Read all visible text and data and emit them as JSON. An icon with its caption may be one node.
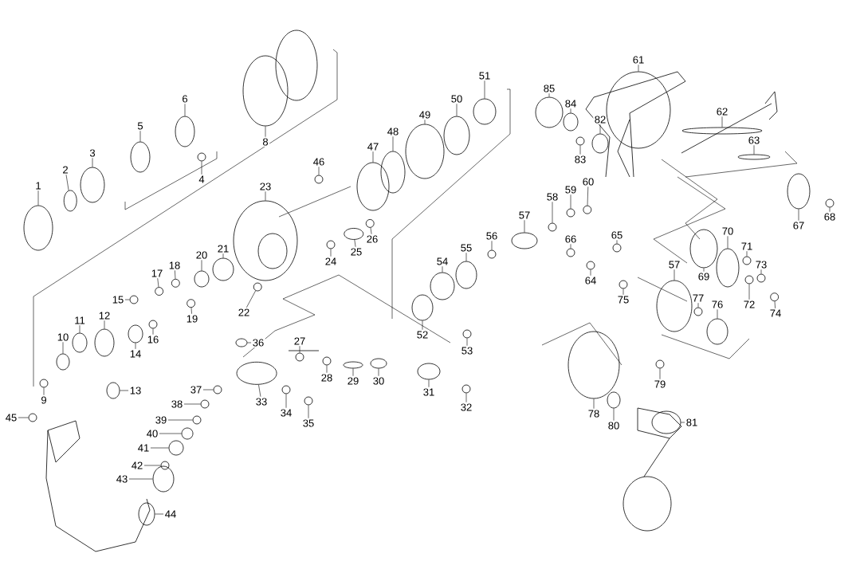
{
  "diagram": {
    "nodes": [
      {
        "text": [
          "1"
        ]
      },
      {
        "text": [
          "2"
        ]
      },
      {
        "text": [
          "3"
        ]
      },
      {
        "text": [
          "4"
        ]
      },
      {
        "text": [
          "5"
        ]
      },
      {
        "text": [
          "6"
        ]
      },
      {
        "text": [
          "8"
        ]
      },
      {
        "text": [
          "9"
        ]
      },
      {
        "text": [
          "10"
        ]
      },
      {
        "text": [
          "11"
        ]
      },
      {
        "text": [
          "12"
        ]
      },
      {
        "text": [
          "13"
        ]
      },
      {
        "text": [
          "14"
        ]
      },
      {
        "text": [
          "15"
        ]
      },
      {
        "text": [
          "16"
        ]
      },
      {
        "text": [
          "17"
        ]
      },
      {
        "text": [
          "18"
        ]
      },
      {
        "text": [
          "19"
        ]
      },
      {
        "text": [
          "20"
        ]
      },
      {
        "text": [
          "21"
        ]
      },
      {
        "text": [
          "22"
        ]
      },
      {
        "text": [
          "23"
        ]
      },
      {
        "text": [
          "24"
        ]
      },
      {
        "text": [
          "25"
        ]
      },
      {
        "text": [
          "26"
        ]
      },
      {
        "text": [
          "27"
        ]
      },
      {
        "text": [
          "28"
        ]
      },
      {
        "text": [
          "29"
        ]
      },
      {
        "text": [
          "30"
        ]
      },
      {
        "text": [
          "31"
        ]
      },
      {
        "text": [
          "32"
        ]
      },
      {
        "text": [
          "33"
        ]
      },
      {
        "text": [
          "34"
        ]
      },
      {
        "text": [
          "35"
        ]
      },
      {
        "text": [
          "36"
        ]
      },
      {
        "text": [
          "37"
        ]
      },
      {
        "text": [
          "38"
        ]
      },
      {
        "text": [
          "39"
        ]
      },
      {
        "text": [
          "40"
        ]
      },
      {
        "text": [
          "41"
        ]
      },
      {
        "text": [
          "42"
        ]
      },
      {
        "text": [
          "43"
        ]
      },
      {
        "text": [
          "44"
        ]
      },
      {
        "text": [
          "45"
        ]
      },
      {
        "text": [
          "46"
        ]
      },
      {
        "text": [
          "47"
        ]
      },
      {
        "text": [
          "48"
        ]
      },
      {
        "text": [
          "49"
        ]
      },
      {
        "text": [
          "50"
        ]
      },
      {
        "text": [
          "51"
        ]
      },
      {
        "text": [
          "52"
        ]
      },
      {
        "text": [
          "53"
        ]
      },
      {
        "text": [
          "54"
        ]
      },
      {
        "text": [
          "55"
        ]
      },
      {
        "text": [
          "56"
        ]
      },
      {
        "text": [
          "57"
        ]
      },
      {
        "text": [
          "58"
        ]
      },
      {
        "text": [
          "59"
        ]
      },
      {
        "text": [
          "60"
        ]
      },
      {
        "text": [
          "61"
        ]
      },
      {
        "text": [
          "62"
        ]
      },
      {
        "text": [
          "63"
        ]
      },
      {
        "text": [
          "64"
        ]
      },
      {
        "text": [
          "65"
        ]
      },
      {
        "text": [
          "66"
        ]
      },
      {
        "text": [
          "67"
        ]
      },
      {
        "text": [
          "68"
        ]
      },
      {
        "text": [
          "69"
        ]
      },
      {
        "text": [
          "70"
        ]
      },
      {
        "text": [
          "71"
        ]
      },
      {
        "text": [
          "72"
        ]
      },
      {
        "text": [
          "73"
        ]
      },
      {
        "text": [
          "74"
        ]
      },
      {
        "text": [
          "75"
        ]
      },
      {
        "text": [
          "57"
        ]
      },
      {
        "text": [
          "76"
        ]
      },
      {
        "text": [
          "77"
        ]
      },
      {
        "text": [
          "78"
        ]
      },
      {
        "text": [
          "79"
        ]
      },
      {
        "text": [
          "80"
        ]
      },
      {
        "text": [
          "81"
        ]
      },
      {
        "text": [
          "82"
        ]
      },
      {
        "text": [
          "83"
        ]
      },
      {
        "text": [
          "84"
        ]
      },
      {
        "text": [
          "85"
        ]
      },
      {
        "text": [],
        "shape": "circle"
      },
      {
        "text": [],
        "shape": "circle"
      },
      {
        "text": [],
        "shape": "circle"
      },
      {
        "text": [],
        "shape": "circle"
      },
      {
        "text": [],
        "shape": "circle"
      },
      {
        "text": [],
        "shape": "circle"
      },
      {
        "text": [],
        "shape": "circle"
      },
      {
        "text": [],
        "shape": "circle"
      },
      {
        "text": [],
        "shape": "circle"
      },
      {
        "text": [],
        "shape": "circle"
      },
      {
        "text": [],
        "shape": "circle"
      },
      {
        "text": [],
        "shape": "circle"
      },
      {
        "text": [],
        "shape": "circle"
      },
      {
        "text": [],
        "shape": "circle"
      },
      {
        "text": [],
        "shape": "circle"
      },
      {
        "text": [],
        "shape": "circle"
      },
      {
        "text": [],
        "shape": "circle"
      },
      {
        "text": [],
        "shape": "circle"
      },
      {
        "text": [],
        "shape": "circle"
      },
      {
        "text": [],
        "shape": "circle"
      },
      {
        "text": [],
        "shape": "circle"
      },
      {
        "text": [],
        "shape": "circle"
      },
      {
        "text": [],
        "shape": "circle"
      },
      {
        "text": [],
        "shape": "circle"
      },
      {
        "text": [],
        "shape": "circle"
      },
      {
        "text": [],
        "shape": "circle"
      },
      {
        "text": [],
        "shape": "circle"
      },
      {
        "text": [],
        "shape": "circle"
      },
      {
        "text": [],
        "shape": "circle"
      },
      {
        "text": [],
        "shape": "circle"
      },
      {
        "text": [],
        "shape": "circle"
      },
      {
        "text": [],
        "shape": "circle"
      },
      {
        "text": [],
        "shape": "circle"
      },
      {
        "text": [],
        "shape": "circle"
      },
      {
        "text": [],
        "shape": "circle"
      },
      {
        "text": [],
        "shape": "circle"
      },
      {
        "text": [],
        "shape": "circle"
      },
      {
        "text": [],
        "shape": "circle"
      },
      {
        "text": [],
        "shape": "circle"
      },
      {
        "text": [],
        "shape": "circle"
      },
      {
        "text": [],
        "shape": "circle"
      },
      {
        "text": [],
        "shape": "circle"
      },
      {
        "text": [],
        "shape": "circle"
      },
      {
        "text": [],
        "shape": "circle"
      },
      {
        "text": [],
        "shape": "circle"
      },
      {
        "text": [],
        "shape": "circle"
      },
      {
        "text": [],
        "shape": "circle"
      },
      {
        "text": [],
        "shape": "circle"
      },
      {
        "text": [],
        "shape": "circle"
      },
      {
        "text": [],
        "shape": "circle"
      },
      {
        "text": [],
        "shape": "circle"
      },
      {
        "text": [],
        "shape": "circle"
      },
      {
        "text": [],
        "shape": "circle"
      },
      {
        "text": [],
        "shape": "circle"
      },
      {
        "text": [],
        "shape": "circle"
      },
      {
        "text": [],
        "shape": "circle"
      },
      {
        "text": [],
        "shape": "circle"
      },
      {
        "text": [],
        "shape": "circle"
      },
      {
        "text": [],
        "shape": "circle"
      },
      {
        "text": [],
        "shape": "circle"
      },
      {
        "text": [],
        "shape": "circle"
      },
      {
        "text": [],
        "shape": "circle"
      },
      {
        "text": [],
        "shape": "circle"
      },
      {
        "text": [],
        "shape": "circle"
      },
      {
        "text": [],
        "shape": "circle"
      },
      {
        "text": [],
        "shape": "circle"
      },
      {
        "text": [],
        "shape": "circle"
      },
      {
        "text": [],
        "shape": "circle"
      },
      {
        "text": [],
        "shape": "circle"
      },
      {
        "text": [],
        "shape": "circle"
      },
      {
        "text": [],
        "shape": "circle"
      },
      {
        "text": [],
        "shape": "circle"
      },
      {
        "text": [],
        "shape": "circle"
      },
      {
        "text": [],
        "shape": "circle"
      },
      {
        "text": [],
        "shape": "circle"
      },
      {
        "text": [],
        "shape": "circle"
      },
      {
        "text": [],
        "shape": "circle"
      },
      {
        "text": [],
        "shape": "circle"
      },
      {
        "text": [],
        "shape": "circle"
      },
      {
        "text": [],
        "shape": "circle"
      },
      {
        "text": [],
        "shape": "circle"
      },
      {
        "text": [],
        "shape": "circle"
      },
      {
        "text": [],
        "shape": "circle"
      },
      {
        "text": [],
        "shape": "circle"
      },
      {
        "text": [],
        "shape": "circle"
      }
    ],
    "edges": [
      {
        "from": 0,
        "to": 85,
        "arrow": "none"
      },
      {
        "from": 1,
        "to": 86,
        "arrow": "none"
      },
      {
        "from": 2,
        "to": 87,
        "arrow": "none"
      },
      {
        "from": 3,
        "to": 88,
        "arrow": "none"
      },
      {
        "from": 4,
        "to": 89,
        "arrow": "none"
      },
      {
        "from": 5,
        "to": 90,
        "arrow": "none"
      },
      {
        "from": 6,
        "to": 91,
        "arrow": "none"
      },
      {
        "from": 7,
        "to": 92,
        "arrow": "none"
      },
      {
        "from": 8,
        "to": 93,
        "arrow": "none"
      },
      {
        "from": 9,
        "to": 94,
        "arrow": "none"
      },
      {
        "from": 10,
        "to": 95,
        "arrow": "none"
      },
      {
        "from": 11,
        "to": 96,
        "arrow": "none"
      },
      {
        "from": 12,
        "to": 97,
        "arrow": "none"
      },
      {
        "from": 13,
        "to": 98,
        "arrow": "none"
      },
      {
        "from": 14,
        "to": 99,
        "arrow": "none"
      },
      {
        "from": 15,
        "to": 100,
        "arrow": "none"
      },
      {
        "from": 16,
        "to": 101,
        "arrow": "none"
      },
      {
        "from": 17,
        "to": 102,
        "arrow": "none"
      },
      {
        "from": 18,
        "to": 103,
        "arrow": "none"
      },
      {
        "from": 19,
        "to": 104,
        "arrow": "none"
      },
      {
        "from": 20,
        "to": 105,
        "arrow": "none"
      },
      {
        "from": 21,
        "to": 106,
        "arrow": "none"
      },
      {
        "from": 22,
        "to": 107,
        "arrow": "none"
      },
      {
        "from": 23,
        "to": 108,
        "arrow": "none"
      },
      {
        "from": 24,
        "to": 109,
        "arrow": "none"
      },
      {
        "from": 25,
        "to": 110,
        "arrow": "none"
      },
      {
        "from": 26,
        "to": 111,
        "arrow": "none"
      },
      {
        "from": 27,
        "to": 112,
        "arrow": "none"
      },
      {
        "from": 28,
        "to": 113,
        "arrow": "none"
      },
      {
        "from": 29,
        "to": 114,
        "arrow": "none"
      },
      {
        "from": 30,
        "to": 115,
        "arrow": "none"
      },
      {
        "from": 31,
        "to": 116,
        "arrow": "none"
      },
      {
        "from": 32,
        "to": 117,
        "arrow": "none"
      },
      {
        "from": 33,
        "to": 118,
        "arrow": "none"
      },
      {
        "from": 34,
        "to": 119,
        "arrow": "none"
      },
      {
        "from": 35,
        "to": 120,
        "arrow": "none"
      },
      {
        "from": 36,
        "to": 121,
        "arrow": "none"
      },
      {
        "from": 37,
        "to": 122,
        "arrow": "none"
      },
      {
        "from": 38,
        "to": 123,
        "arrow": "none"
      },
      {
        "from": 39,
        "to": 124,
        "arrow": "none"
      },
      {
        "from": 40,
        "to": 125,
        "arrow": "none"
      },
      {
        "from": 41,
        "to": 126,
        "arrow": "none"
      },
      {
        "from": 42,
        "to": 127,
        "arrow": "none"
      },
      {
        "from": 43,
        "to": 128,
        "arrow": "none"
      },
      {
        "from": 44,
        "to": 129,
        "arrow": "none"
      },
      {
        "from": 45,
        "to": 130,
        "arrow": "none"
      },
      {
        "from": 46,
        "to": 131,
        "arrow": "none"
      },
      {
        "from": 47,
        "to": 132,
        "arrow": "none"
      },
      {
        "from": 48,
        "to": 133,
        "arrow": "none"
      },
      {
        "from": 49,
        "to": 134,
        "arrow": "none"
      },
      {
        "from": 50,
        "to": 135,
        "arrow": "none"
      },
      {
        "from": 51,
        "to": 136,
        "arrow": "none"
      },
      {
        "from": 52,
        "to": 137,
        "arrow": "none"
      },
      {
        "from": 53,
        "to": 138,
        "arrow": "none"
      },
      {
        "from": 54,
        "to": 139,
        "arrow": "none"
      },
      {
        "from": 55,
        "to": 140,
        "arrow": "none"
      },
      {
        "from": 56,
        "to": 141,
        "arrow": "none"
      },
      {
        "from": 57,
        "to": 142,
        "arrow": "none"
      },
      {
        "from": 58,
        "to": 143,
        "arrow": "none"
      },
      {
        "from": 59,
        "to": 144,
        "arrow": "none"
      },
      {
        "from": 60,
        "to": 145,
        "arrow": "none"
      },
      {
        "from": 61,
        "to": 146,
        "arrow": "none"
      },
      {
        "from": 62,
        "to": 147,
        "arrow": "none"
      },
      {
        "from": 63,
        "to": 148,
        "arrow": "none"
      },
      {
        "from": 64,
        "to": 149,
        "arrow": "none"
      },
      {
        "from": 65,
        "to": 150,
        "arrow": "none"
      },
      {
        "from": 66,
        "to": 151,
        "arrow": "none"
      },
      {
        "from": 67,
        "to": 152,
        "arrow": "none"
      },
      {
        "from": 68,
        "to": 153,
        "arrow": "none"
      },
      {
        "from": 69,
        "to": 154,
        "arrow": "none"
      },
      {
        "from": 70,
        "to": 155,
        "arrow": "none"
      },
      {
        "from": 71,
        "to": 156,
        "arrow": "none"
      },
      {
        "from": 72,
        "to": 157,
        "arrow": "none"
      },
      {
        "from": 73,
        "to": 158,
        "arrow": "none"
      },
      {
        "from": 74,
        "to": 159,
        "arrow": "none"
      },
      {
        "from": 75,
        "to": 160,
        "arrow": "none"
      },
      {
        "from": 76,
        "to": 161,
        "arrow": "none"
      },
      {
        "from": 77,
        "to": 162,
        "arrow": "none"
      },
      {
        "from": 78,
        "to": 163,
        "arrow": "none"
      },
      {
        "from": 79,
        "to": 164,
        "arrow": "none"
      },
      {
        "from": 80,
        "to": 165,
        "arrow": "none"
      },
      {
        "from": 81,
        "to": 166,
        "arrow": "none"
      },
      {
        "from": 82,
        "to": 167,
        "arrow": "none"
      },
      {
        "from": 83,
        "to": 168,
        "arrow": "none"
      },
      {
        "from": 84,
        "to": 169,
        "arrow": "none"
      }
    ]
  }
}
